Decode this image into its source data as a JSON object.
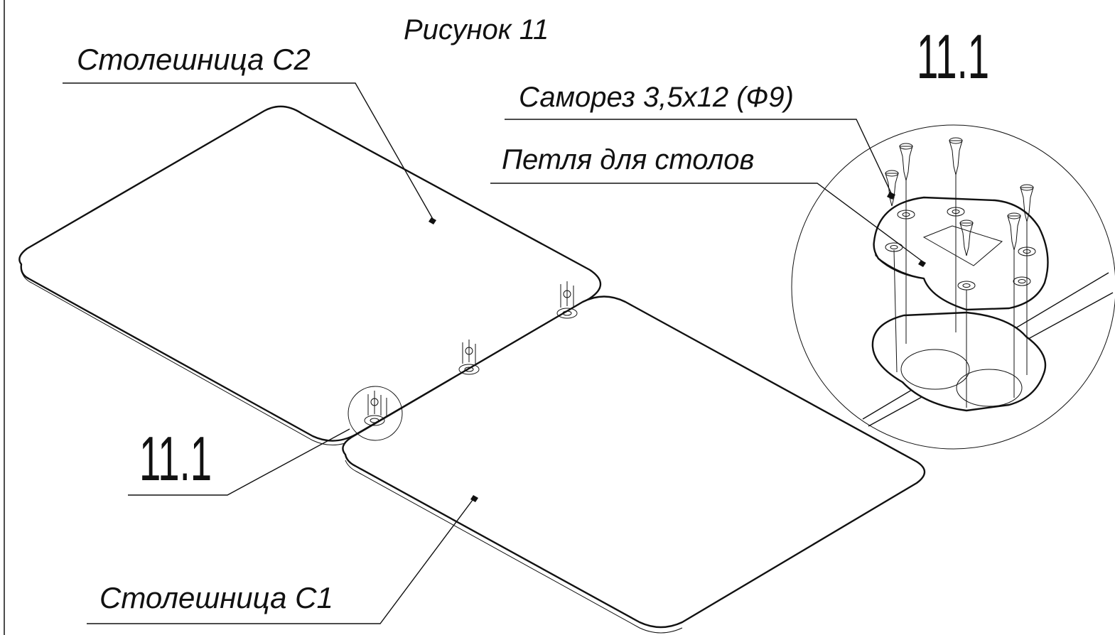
{
  "figure_title": "Рисунок 11",
  "labels": {
    "tabletop_c2": "Столешница С2",
    "tabletop_c1": "Столешница С1",
    "screw": "Саморез 3,5х12 (Ф9)",
    "hinge": "Петля для столов"
  },
  "detail_callout": "11.1",
  "detail_title": "11.1"
}
